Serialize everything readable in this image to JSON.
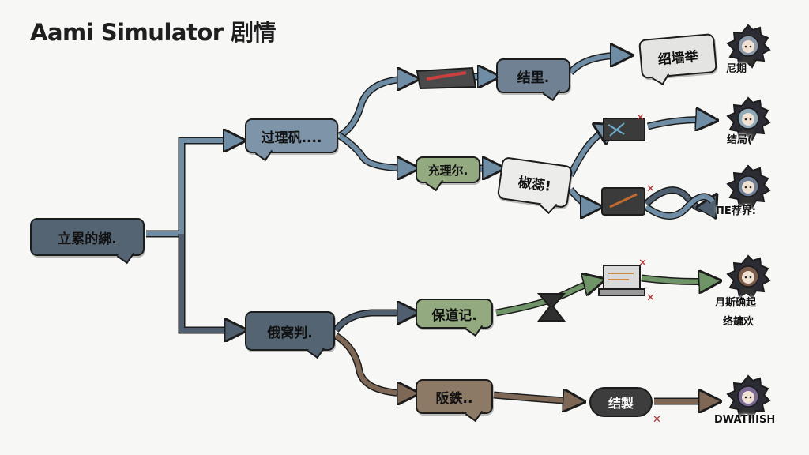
{
  "title": "Aami Simulator 剧情",
  "nodes": {
    "start": "立累的綁.",
    "upper": "过理矾....",
    "lower": "俄窝判.",
    "u_top": "结里.",
    "u_mid": "充理尔.",
    "u_choice": "椒蕊!",
    "l_top": "保道记.",
    "l_bot": "阪鉄..",
    "l_pill": "结製",
    "top_right": "绍墙举"
  },
  "endings": [
    {
      "label": "尼期",
      "color": "#8b98a8"
    },
    {
      "label": "结局(",
      "color": "#8faab8"
    },
    {
      "label": "ΠΕ荐界:",
      "color": "#6f7f95"
    },
    {
      "label": "月斯确起",
      "sub": "络鏞欢",
      "color": "#7a5a48"
    },
    {
      "label": "DWATIIISH",
      "color": "#7b6a96"
    }
  ],
  "colors": {
    "blue_arrow": "#6f8ea6",
    "dark_arrow": "#4f5f70",
    "green_arrow": "#6f9467",
    "brown_arrow": "#7e6755"
  }
}
